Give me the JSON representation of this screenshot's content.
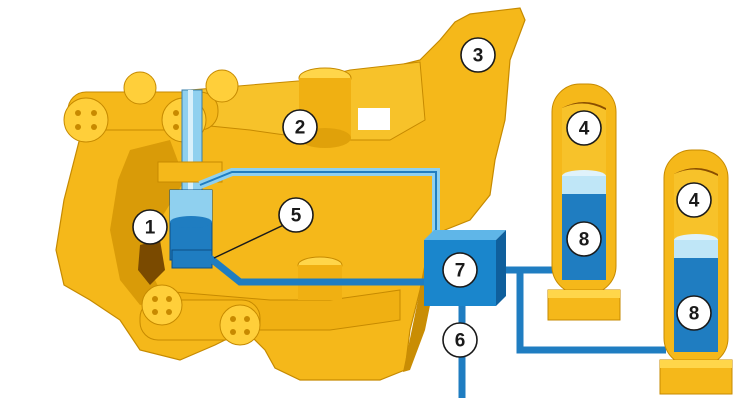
{
  "colors": {
    "machine_yellow": "#f5b81a",
    "machine_yellow_dark": "#d89a0a",
    "machine_yellow_light": "#ffd64a",
    "hydraulic_blue": "#1f7dc1",
    "hydraulic_blue_light": "#8fd0ef",
    "gas_cap_light": "#dff2fb",
    "valve_block": "#1a86cc",
    "outline": "#1a1a1a"
  },
  "callouts": [
    {
      "id": "1",
      "label": "1"
    },
    {
      "id": "2",
      "label": "2"
    },
    {
      "id": "3",
      "label": "3"
    },
    {
      "id": "4a",
      "label": "4"
    },
    {
      "id": "4b",
      "label": "4"
    },
    {
      "id": "5",
      "label": "5"
    },
    {
      "id": "6",
      "label": "6"
    },
    {
      "id": "7",
      "label": "7"
    },
    {
      "id": "8a",
      "label": "8"
    },
    {
      "id": "8b",
      "label": "8"
    }
  ],
  "icons": [
    "hydraulic-cylinder-icon",
    "accumulator-icon",
    "valve-block-icon",
    "hydraulic-line-icon"
  ]
}
